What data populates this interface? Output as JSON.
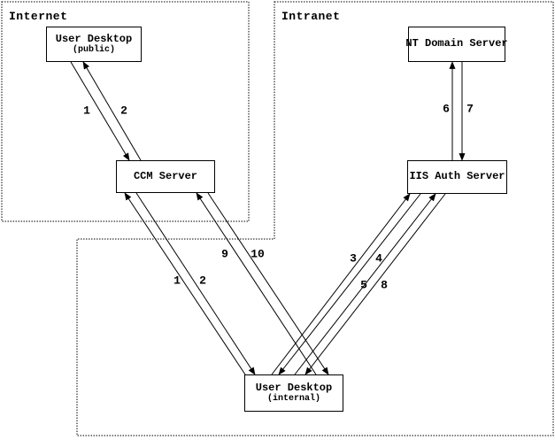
{
  "diagram": {
    "zones": [
      {
        "id": "internet",
        "label": "Internet"
      },
      {
        "id": "intranet",
        "label": "Intranet"
      }
    ],
    "nodes": [
      {
        "id": "user-desktop-public",
        "title": "User Desktop",
        "subtitle": "(public)"
      },
      {
        "id": "nt-domain-server",
        "title": "NT Domain Server",
        "subtitle": ""
      },
      {
        "id": "ccm-server",
        "title": "CCM Server",
        "subtitle": ""
      },
      {
        "id": "iis-auth-server",
        "title": "IIS Auth Server",
        "subtitle": ""
      },
      {
        "id": "user-desktop-internal",
        "title": "User Desktop",
        "subtitle": "(internal)"
      }
    ],
    "arrows": [
      {
        "label": "1",
        "from": "user-desktop-public",
        "to": "ccm-server"
      },
      {
        "label": "2",
        "from": "ccm-server",
        "to": "user-desktop-public"
      },
      {
        "label": "1",
        "from": "user-desktop-internal",
        "to": "ccm-server"
      },
      {
        "label": "2",
        "from": "ccm-server",
        "to": "user-desktop-internal"
      },
      {
        "label": "9",
        "from": "user-desktop-internal",
        "to": "ccm-server"
      },
      {
        "label": "10",
        "from": "ccm-server",
        "to": "user-desktop-internal"
      },
      {
        "label": "3",
        "from": "user-desktop-internal",
        "to": "iis-auth-server"
      },
      {
        "label": "4",
        "from": "iis-auth-server",
        "to": "user-desktop-internal"
      },
      {
        "label": "5",
        "from": "user-desktop-internal",
        "to": "iis-auth-server"
      },
      {
        "label": "8",
        "from": "iis-auth-server",
        "to": "user-desktop-internal"
      },
      {
        "label": "6",
        "from": "iis-auth-server",
        "to": "nt-domain-server"
      },
      {
        "label": "7",
        "from": "nt-domain-server",
        "to": "iis-auth-server"
      }
    ],
    "colors": {
      "line": "#000000",
      "background": "#ffffff"
    }
  }
}
